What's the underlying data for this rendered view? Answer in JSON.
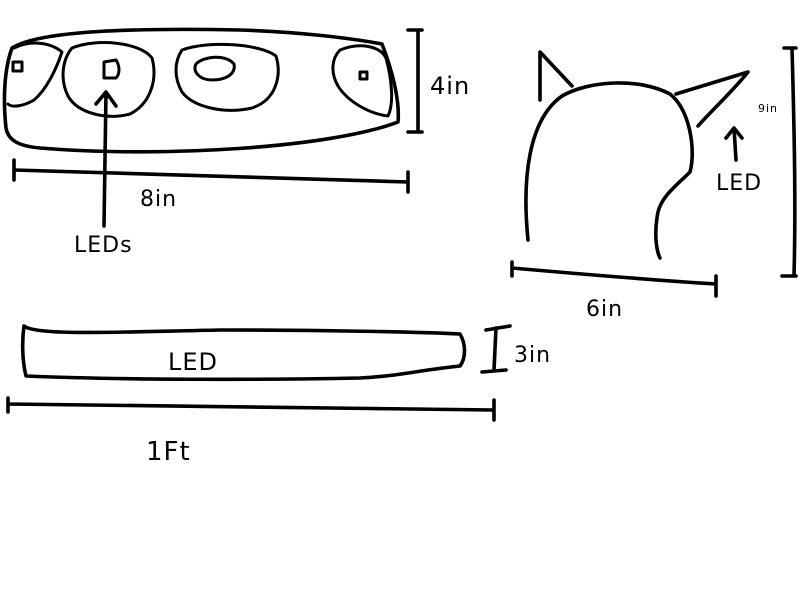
{
  "colors": {
    "ink": "#000000",
    "paper": "#ffffff"
  },
  "sketches": {
    "strip_with_leds": {
      "height_label": "4in",
      "width_label": "8in",
      "callout_label": "LEDs"
    },
    "cat_ears": {
      "height_label": "9in",
      "width_label": "6in",
      "callout_label": "LED"
    },
    "long_strip": {
      "center_label": "LED",
      "height_label": "3in",
      "width_label": "1Ft"
    }
  }
}
